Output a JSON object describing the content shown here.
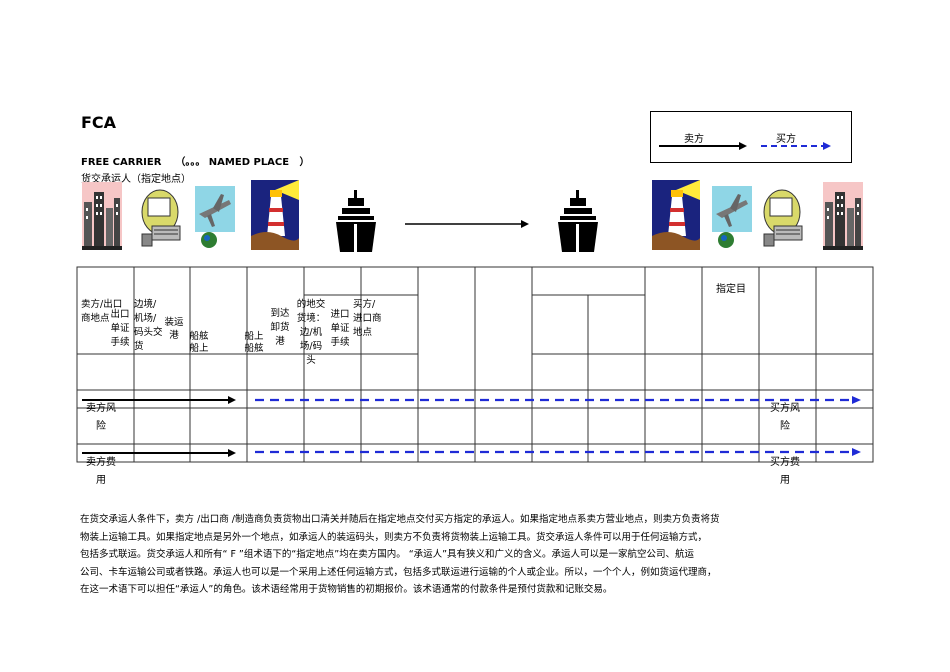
{
  "header": {
    "title": "FCA",
    "subtitle": "FREE CARRIER    （。。。 NAMED PLACE   ）",
    "subtitle_cn": "货交承运人（指定地点）"
  },
  "legend": {
    "seller": "卖方",
    "buyer": "买方",
    "seller_color": "#000000",
    "buyer_color": "#1f2bd6"
  },
  "icons": [
    "factory-icon",
    "computer-icon",
    "airplane-icon",
    "lighthouse-icon",
    "ship-icon",
    "ship-icon",
    "lighthouse-icon",
    "airplane-icon",
    "computer-icon",
    "factory-icon"
  ],
  "stages": {
    "s1": "卖方/出口商地点",
    "s2": "出口单证手续",
    "s3": "边境/机场/码头交货",
    "s4": "装运港",
    "s5": "船舷船上",
    "s6": "船上船舷",
    "s7": "到达卸货港",
    "s8": "的地交货境：边/机场/码头",
    "s9": "进口单证手续",
    "s10": "买方/进口商地点",
    "s11": "指定目"
  },
  "rows": {
    "seller_risk": "卖方风险",
    "buyer_risk": "买方风险",
    "seller_cost": "卖方费用",
    "buyer_cost": "买方费用"
  },
  "paragraph": [
    "在货交承运人条件下，卖方    /出口商 /制造商负责货物出口清关并随后在指定地点交付买方指定的承运人。如果指定地点系卖方营业地点，则卖方负责将货",
    "物装上运输工具。如果指定地点是另外一个地点，如承运人的装运码头，则卖方不负责将货物装上运输工具。货交承运人条件可以用于任何运输方式，",
    "包括多式联运。货交承运人和所有“       F ”组术语下的“指定地点”均在卖方国内。       “承运人”具有狭义和广义的含义。承运人可以是一家航空公司、航运",
    "公司、卡车运输公司或者铁路。承运人也可以是一个采用上述任何运输方式，包括多式联运进行运输的个人或企业。所以，一个个人，例如货运代理商，",
    "在这一术语下可以担任“承运人”的角色。该术语经常用于货物销售的初期报价。该术语通常的付款条件是预付货款和记账交易。"
  ]
}
